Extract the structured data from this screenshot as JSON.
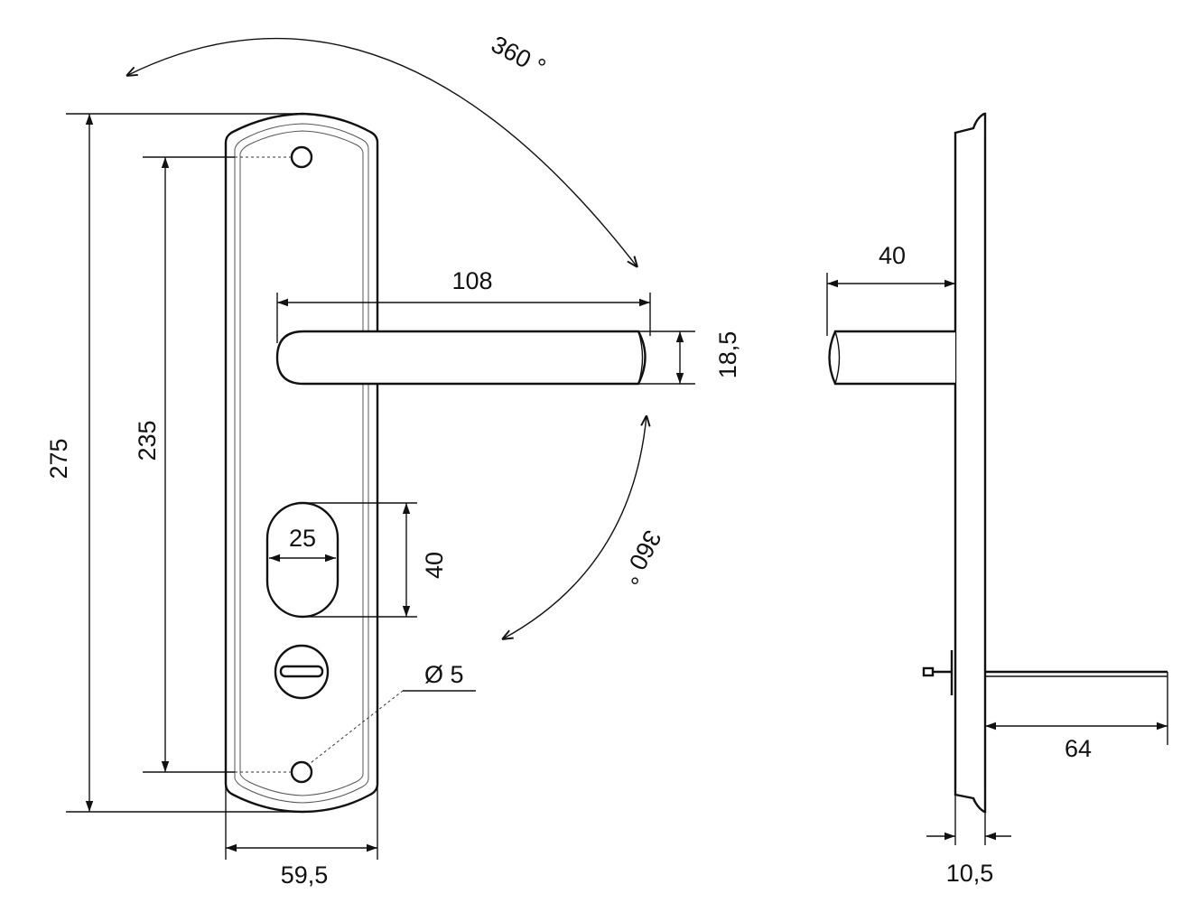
{
  "dimensions": {
    "plate_height": "275",
    "hole_spacing": "235",
    "plate_width": "59,5",
    "lever_length": "108",
    "lever_diameter": "18,5",
    "cylinder_width": "25",
    "cylinder_height": "40",
    "hole_diameter": "Ø 5",
    "rotation_top": "360 °",
    "rotation_bottom": "360 °",
    "lever_projection": "40",
    "plate_thickness": "10,5",
    "spindle_length": "64"
  }
}
